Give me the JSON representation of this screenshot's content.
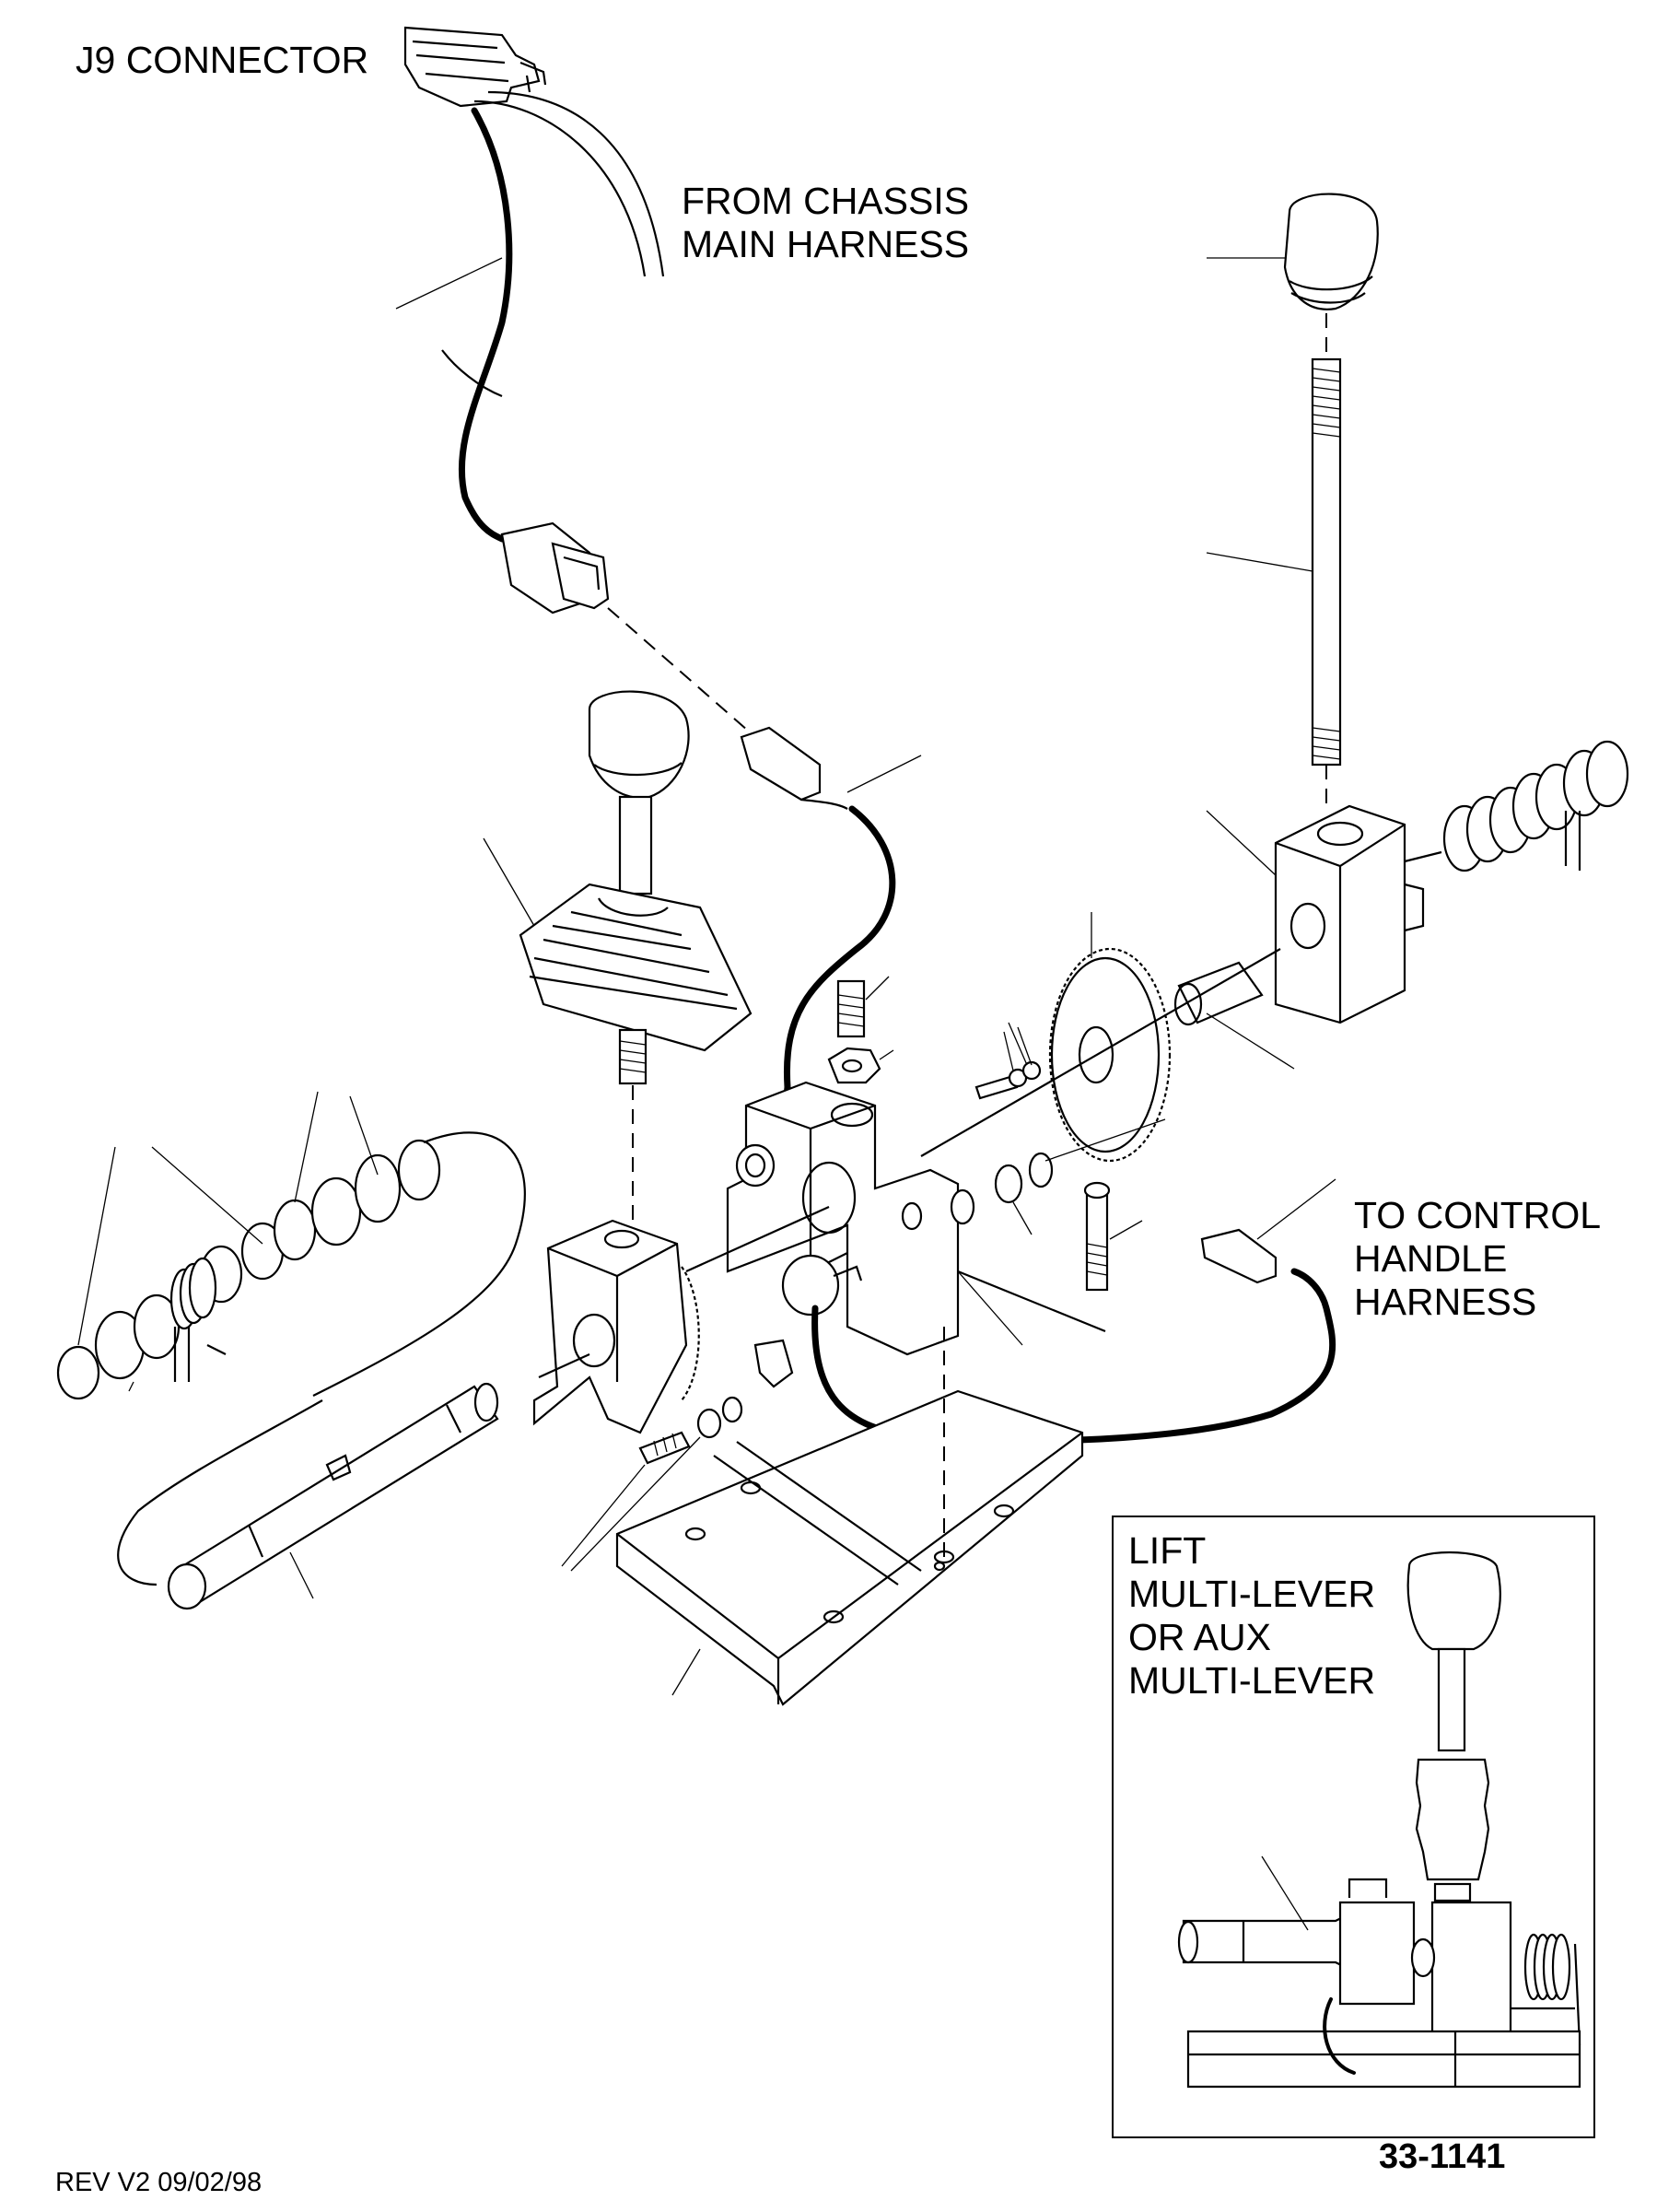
{
  "labels": {
    "j9_connector": "J9 CONNECTOR",
    "from_chassis": "FROM CHASSIS\nMAIN HARNESS",
    "to_control": "TO CONTROL\nHANDLE\nHARNESS",
    "inset_title": "LIFT\nMULTI-LEVER\nOR AUX\nMULTI-LEVER"
  },
  "footer": {
    "revision": "REV V2 09/02/98",
    "drawing_number": "33-1141"
  }
}
